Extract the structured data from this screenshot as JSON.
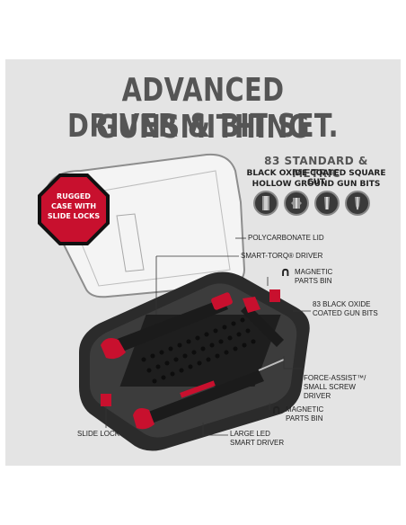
{
  "title": {
    "line1": "ADVANCED GUNSMITHING",
    "line2": "DRIVER & BIT SET."
  },
  "subtitle": {
    "line1": "83 STANDARD & METRIC",
    "line2": "BLACK OXIDE COATED SQUARE CUT",
    "line3": "HOLLOW GROUND GUN BITS"
  },
  "badge": {
    "line1": "RUGGED",
    "line2": "CASE WITH",
    "line3": "SLIDE LOCKS"
  },
  "bit_icons": [
    "hex-bit-icon",
    "torx-bit-icon",
    "flat-bit-icon",
    "phillips-bit-icon"
  ],
  "callouts": {
    "lid": "POLYCARBONATE LID",
    "smart_torq": "SMART-TORQ® DRIVER",
    "magnetic_top_1": "MAGNETIC",
    "magnetic_top_2": "PARTS BIN",
    "bits_1": "83 BLACK OXIDE",
    "bits_2": "COATED GUN BITS",
    "force_1": "FORCE-ASSIST™/",
    "force_2": "SMALL SCREW",
    "force_3": "DRIVER",
    "magnetic_bottom_1": "MAGNETIC",
    "magnetic_bottom_2": "PARTS BIN",
    "slide_lock": "SLIDE LOCK",
    "large_1": "LARGE LED",
    "large_2": "SMART DRIVER"
  },
  "colors": {
    "accent": "#c8102e",
    "title_gray": "#555555",
    "panel": "#e4e4e4",
    "case": "#2b2b2b"
  }
}
